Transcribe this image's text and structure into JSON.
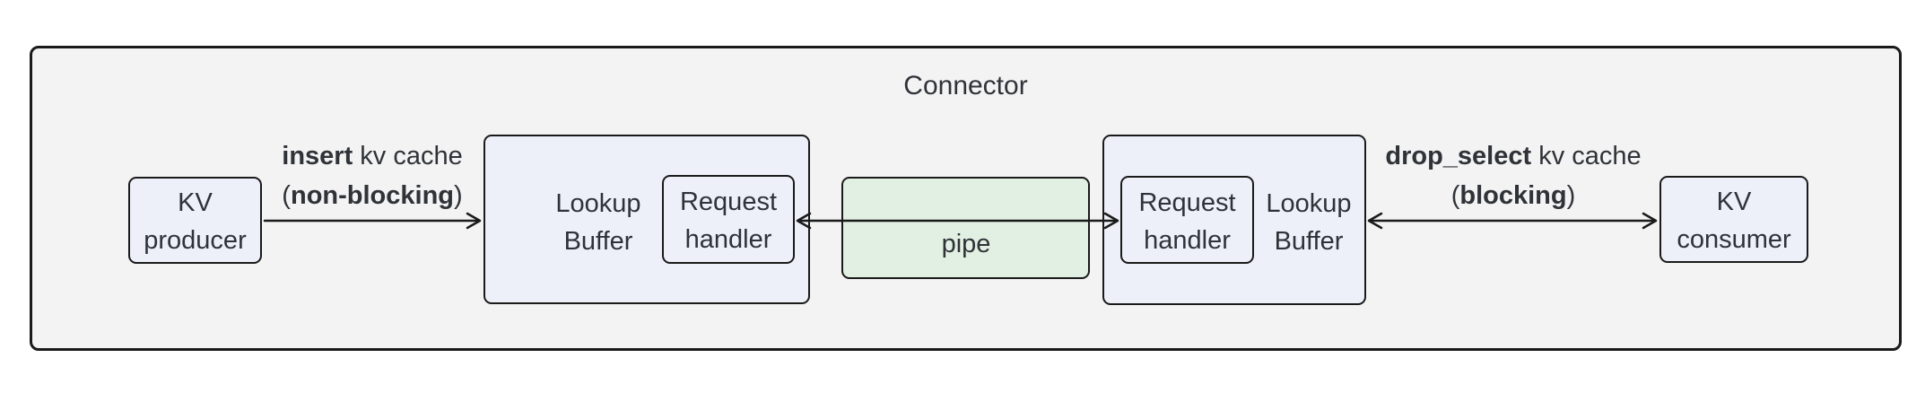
{
  "colors": {
    "background": "#ffffff",
    "container_fill": "#f3f3f3",
    "node_fill": "#edf0f9",
    "pipe_fill": "#e2f0e3",
    "border": "#1a1a1a",
    "text": "#2f3237"
  },
  "container": {
    "title": "Connector"
  },
  "nodes": {
    "kv_producer": {
      "line1": "KV",
      "line2": "producer"
    },
    "lookup_buffer_left": {
      "line1": "Lookup",
      "line2": "Buffer"
    },
    "request_handler_left": {
      "line1": "Request",
      "line2": "handler"
    },
    "pipe": {
      "label": "pipe"
    },
    "request_handler_right": {
      "line1": "Request",
      "line2": "handler"
    },
    "lookup_buffer_right": {
      "line1": "Lookup",
      "line2": "Buffer"
    },
    "kv_consumer": {
      "line1": "KV",
      "line2": "consumer"
    }
  },
  "edges": {
    "insert": {
      "direction": "right",
      "line1_bold": "insert",
      "line1_rest": " kv cache",
      "line2_pre": "(",
      "line2_bold": "non-blocking",
      "line2_post": ")"
    },
    "pipe_link": {
      "direction": "both"
    },
    "drop_select": {
      "direction": "both",
      "line1_bold": "drop_select",
      "line1_rest": " kv cache",
      "line2_pre": "(",
      "line2_bold": "blocking",
      "line2_post": ")"
    }
  }
}
